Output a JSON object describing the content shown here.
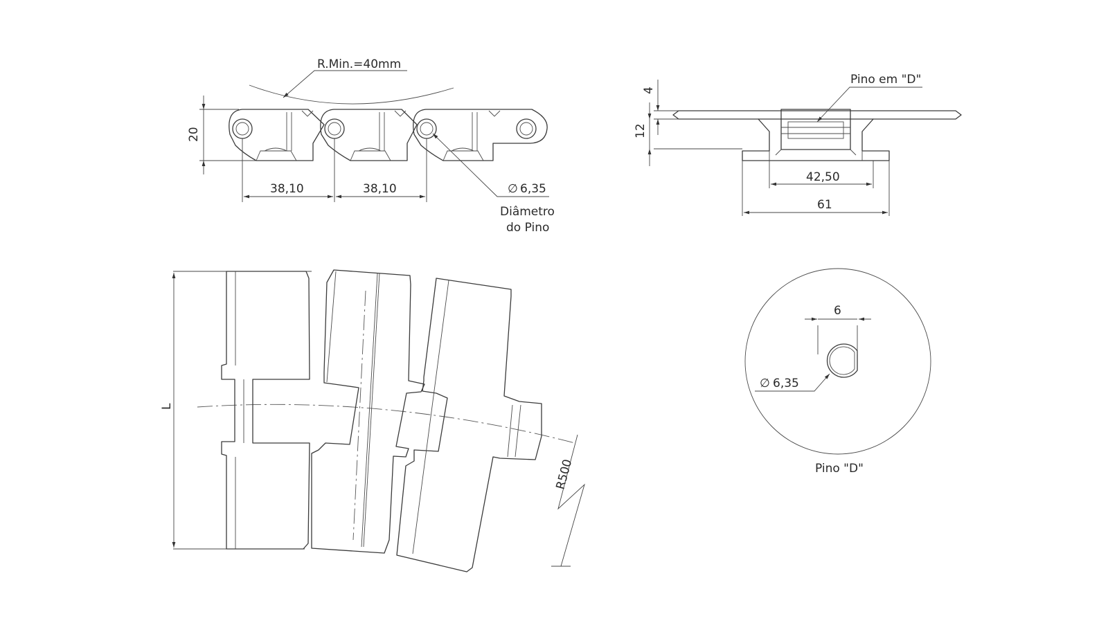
{
  "side_view": {
    "radius_label": "R.Min.=40mm",
    "height_label": "20",
    "pitch_1": "38,10",
    "pitch_2": "38,10",
    "pin_diameter": "6,35",
    "pin_caption_line1": "Diâmetro",
    "pin_caption_line2": "do Pino"
  },
  "front_view": {
    "pin_label": "Pino em \"D\"",
    "dim_4": "4",
    "dim_12": "12",
    "dim_42": "42,50",
    "dim_61": "61"
  },
  "top_view": {
    "length_label": "L",
    "radius_label": "R500"
  },
  "pin_detail": {
    "flat_width": "6",
    "diameter": "6,35",
    "caption": "Pino \"D\""
  },
  "symbols": {
    "diameter_symbol": "∅"
  }
}
